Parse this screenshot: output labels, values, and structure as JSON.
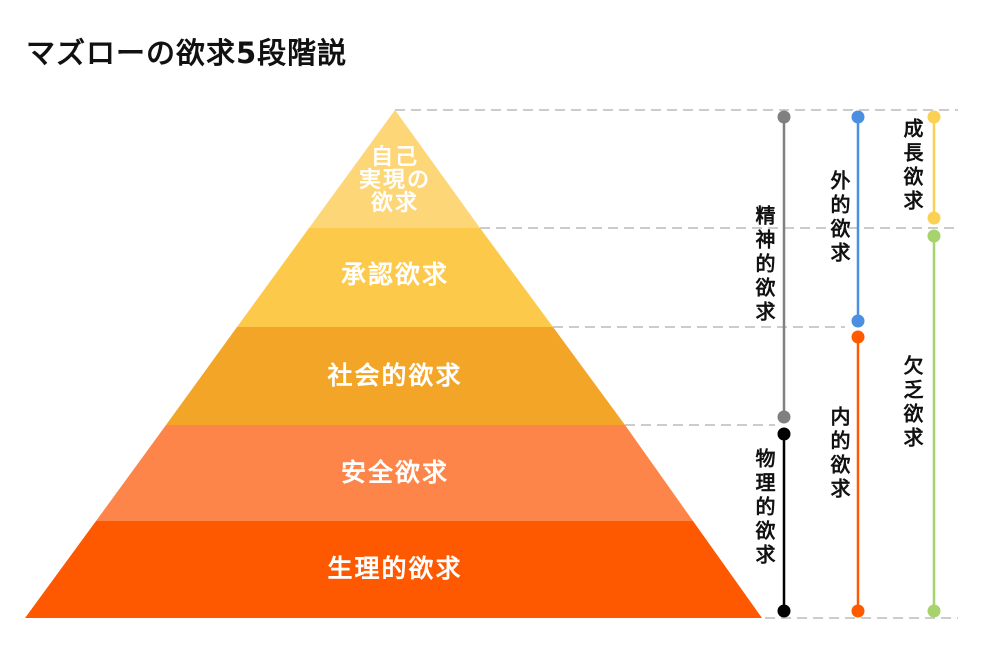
{
  "title": "マズローの欲求5段階説",
  "pyramid": {
    "levels": [
      {
        "label": "自己\n実現の\n欲求",
        "color": "#FDD677"
      },
      {
        "label": "承認欲求",
        "color": "#FDC94A"
      },
      {
        "label": "社会的欲求",
        "color": "#F3A527"
      },
      {
        "label": "安全欲求",
        "color": "#FE854A"
      },
      {
        "label": "生理的欲求",
        "color": "#FE5900"
      }
    ]
  },
  "brackets": [
    {
      "label": "精神的欲求",
      "color": "#808080",
      "span": "自己実現の欲求〜社会的欲求"
    },
    {
      "label": "物理的欲求",
      "color": "#000000",
      "span": "安全欲求〜生理的欲求"
    },
    {
      "label": "外的欲求",
      "color": "#4A8FE0",
      "span": "自己実現の欲求〜承認欲求"
    },
    {
      "label": "内的欲求",
      "color": "#FF5A00",
      "span": "社会的欲求〜生理的欲求"
    },
    {
      "label": "成長欲求",
      "color": "#FCD053",
      "span": "自己実現の欲求"
    },
    {
      "label": "欠乏欲求",
      "color": "#A6D36C",
      "span": "承認欲求〜生理的欲求"
    }
  ],
  "guide_color": "#CCCCCC"
}
